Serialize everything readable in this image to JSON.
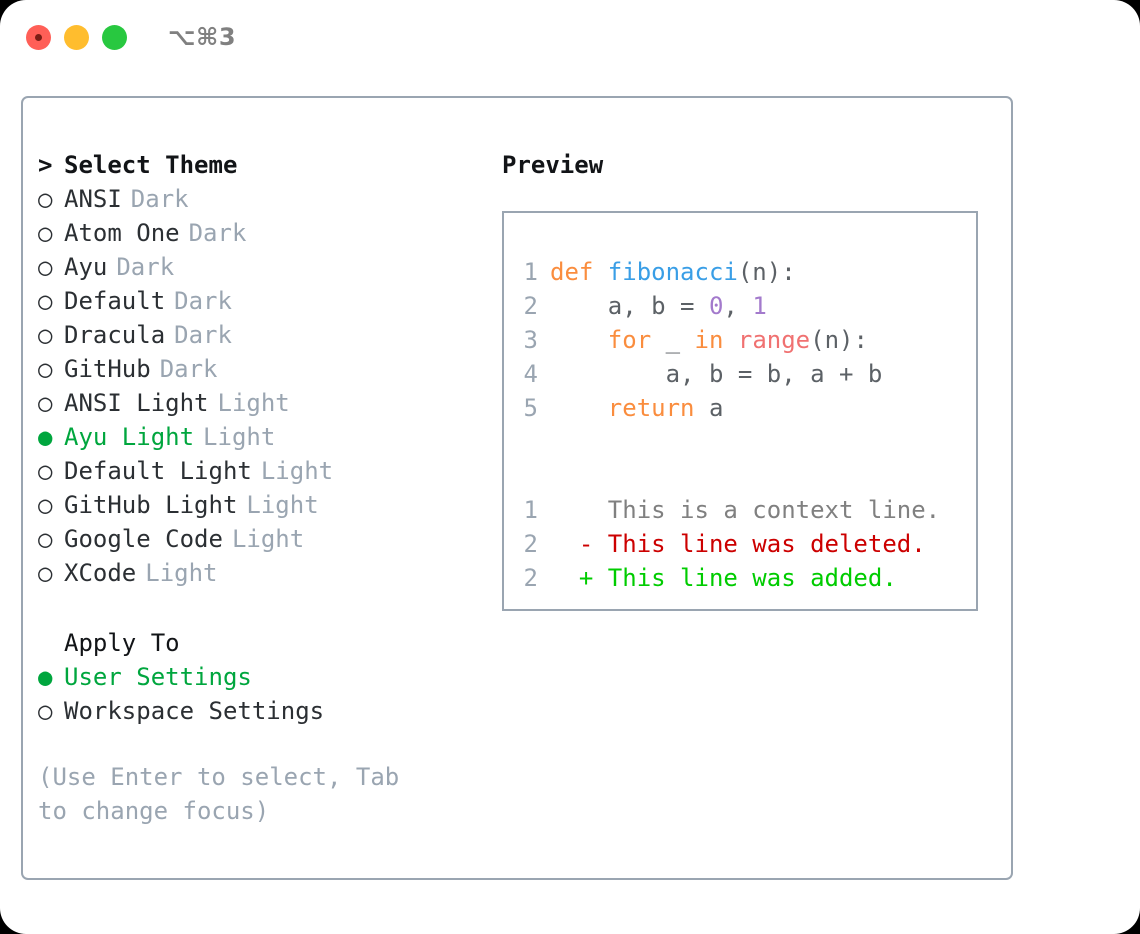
{
  "window": {
    "title": "⌥⌘3",
    "controls": [
      "close",
      "minimize",
      "zoom"
    ]
  },
  "theme_list": {
    "heading": "Select Theme",
    "heading_prefix": ">",
    "bullet_unselected": "○",
    "bullet_selected": "●",
    "items": [
      {
        "name": "ANSI",
        "variant": "Dark",
        "selected": false
      },
      {
        "name": "Atom One",
        "variant": "Dark",
        "selected": false
      },
      {
        "name": "Ayu",
        "variant": "Dark",
        "selected": false
      },
      {
        "name": "Default",
        "variant": "Dark",
        "selected": false
      },
      {
        "name": "Dracula",
        "variant": "Dark",
        "selected": false
      },
      {
        "name": "GitHub",
        "variant": "Dark",
        "selected": false
      },
      {
        "name": "ANSI Light",
        "variant": "Light",
        "selected": false
      },
      {
        "name": "Ayu Light",
        "variant": "Light",
        "selected": true
      },
      {
        "name": "Default Light",
        "variant": "Light",
        "selected": false
      },
      {
        "name": "GitHub Light",
        "variant": "Light",
        "selected": false
      },
      {
        "name": "Google Code",
        "variant": "Light",
        "selected": false
      },
      {
        "name": "XCode",
        "variant": "Light",
        "selected": false
      }
    ]
  },
  "apply_to": {
    "heading": "Apply To",
    "items": [
      {
        "name": "User Settings",
        "selected": true
      },
      {
        "name": "Workspace Settings",
        "selected": false
      }
    ]
  },
  "hint": "(Use Enter to select, Tab to change focus)",
  "preview": {
    "title": "Preview",
    "code_lines": [
      {
        "no": "1",
        "tokens": [
          {
            "t": "def ",
            "c": "tok-kw"
          },
          {
            "t": "fibonacci",
            "c": "tok-fn"
          },
          {
            "t": "(n):",
            "c": "tok-punct"
          }
        ]
      },
      {
        "no": "2",
        "tokens": [
          {
            "t": "    a, b = ",
            "c": "tok-plain"
          },
          {
            "t": "0",
            "c": "tok-num"
          },
          {
            "t": ", ",
            "c": "tok-plain"
          },
          {
            "t": "1",
            "c": "tok-num"
          }
        ]
      },
      {
        "no": "3",
        "tokens": [
          {
            "t": "    ",
            "c": "tok-plain"
          },
          {
            "t": "for",
            "c": "tok-kw"
          },
          {
            "t": " _ ",
            "c": "tok-plain"
          },
          {
            "t": "in",
            "c": "tok-kw"
          },
          {
            "t": " ",
            "c": "tok-plain"
          },
          {
            "t": "range",
            "c": "tok-builtin"
          },
          {
            "t": "(n):",
            "c": "tok-punct"
          }
        ]
      },
      {
        "no": "4",
        "tokens": [
          {
            "t": "        a, b = b, a + b",
            "c": "tok-plain"
          }
        ]
      },
      {
        "no": "5",
        "tokens": [
          {
            "t": "    ",
            "c": "tok-plain"
          },
          {
            "t": "return",
            "c": "tok-kw"
          },
          {
            "t": " a",
            "c": "tok-plain"
          }
        ]
      }
    ],
    "diff_lines": [
      {
        "no": "1",
        "marker": "  ",
        "text": "This is a context line.",
        "kind": "diff-ctx"
      },
      {
        "no": "2",
        "marker": "- ",
        "text": "This line was deleted.",
        "kind": "diff-del"
      },
      {
        "no": "2",
        "marker": "+ ",
        "text": "This line was added.",
        "kind": "diff-add"
      }
    ]
  },
  "colors": {
    "accent_green": "#00a63e",
    "muted": "#9aa5b1",
    "border": "#9aa5b1",
    "keyword": "#fa8d3e",
    "function": "#399ee6",
    "number": "#a37acc",
    "builtin": "#f07171",
    "diff_added": "#00cc00",
    "diff_deleted": "#cc0000",
    "traffic_red": "#ff5f57",
    "traffic_yellow": "#ffbd2e",
    "traffic_green": "#28c840"
  }
}
